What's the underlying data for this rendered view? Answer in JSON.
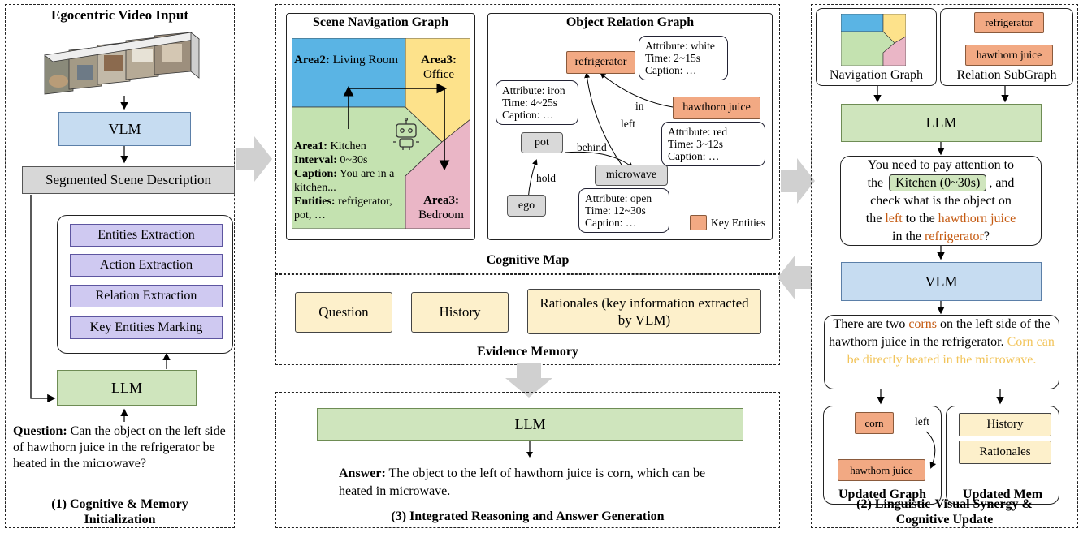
{
  "panel1": {
    "title": "Egocentric Video Input",
    "vlm": "VLM",
    "seg": "Segmented Scene Description",
    "items": [
      "Entities Extraction",
      "Action Extraction",
      "Relation Extraction",
      "Key Entities Marking"
    ],
    "llm": "LLM",
    "question_label": "Question:",
    "question_text": " Can the object on the left side of hawthorn juice in the refrigerator be heated in the microwave?",
    "caption_line1": "(1)  Cognitive & Memory",
    "caption_line2": "Initialization"
  },
  "cogmap": {
    "nav_title": "Scene Navigation Graph",
    "area2_label": "Area2:",
    "area2_text": " Living Room",
    "area3a_label": "Area3:",
    "area3a_text": "Office",
    "area3b_label": "Area3:",
    "area3b_text": "Bedroom",
    "area1_label": "Area1:",
    "area1_text": " Kitchen",
    "interval_label": "Interval:",
    "interval_text": " 0~30s",
    "caption_label": "Caption:",
    "caption_text": " You are in a kitchen...",
    "entities_label": "Entities:",
    "entities_text": " refrigerator, pot, …",
    "rel_title": "Object Relation Graph",
    "nodes": {
      "refrigerator": "refrigerator",
      "hawthorn": "hawthorn juice",
      "pot": "pot",
      "microwave": "microwave",
      "ego": "ego"
    },
    "edges": {
      "in": "in",
      "left": "left",
      "behind": "behind",
      "hold": "hold"
    },
    "callouts": {
      "white": [
        "Attribute:  white",
        "Time:  2~15s",
        "Caption:  …"
      ],
      "iron": [
        "Attribute:  iron",
        "Time:  4~25s",
        "Caption:  …"
      ],
      "red": [
        "Attribute:  red",
        "Time:  3~12s",
        "Caption:  …"
      ],
      "open": [
        "Attribute:  open",
        "Time:  12~30s",
        "Caption:  …"
      ]
    },
    "key_entities": "Key Entities",
    "caption": "Cognitive Map"
  },
  "evidence": {
    "question": "Question",
    "history": "History",
    "rationales": "Rationales (key information extracted by VLM)",
    "caption": "Evidence Memory"
  },
  "panel3": {
    "llm": "LLM",
    "answer_label": "Answer:",
    "answer_text": " The object to the left of hawthorn juice is corn, which can be heated in microwave.",
    "caption": "(3) Integrated Reasoning and Answer Generation"
  },
  "panel2": {
    "nav_graph": "Navigation Graph",
    "rel_subgraph": "Relation  SubGraph",
    "refrigerator": "refrigerator",
    "hawthorn": "hawthorn juice",
    "llm": "LLM",
    "prompt_1": "You need to pay attention to",
    "prompt_the": "the ",
    "prompt_kitchen": "Kitchen (0~30s)",
    "prompt_and": ", and",
    "prompt_2": "check what is the object on",
    "prompt_3a": "the ",
    "prompt_left": "left",
    "prompt_3b": " to the ",
    "prompt_hawthorn": "hawthorn juice",
    "prompt_4a": "in the ",
    "prompt_refrigerator": "refrigerator",
    "prompt_4b": "?",
    "vlm": "VLM",
    "resp_a": "There are two ",
    "resp_corns": "corns",
    "resp_b": " on the left side of the hawthorn juice in the refrigerator. ",
    "resp_c": "Corn can be directly heated in the microwave.",
    "corn": "corn",
    "left": "left",
    "hawthorn2": "hawthorn juice",
    "updated_graph": "Updated Graph",
    "history": "History",
    "rationales": "Rationales",
    "updated_mem": "Updated Mem",
    "caption_line1": "(2) Linguistic-Visual Synergy &",
    "caption_line2": "Cognitive Update"
  },
  "colors": {
    "vlm_blue": "#c6dcf1",
    "llm_green": "#cfe5bd",
    "purple": "#cfc9f1",
    "cream": "#fdf0cb",
    "orange": "#f2a983",
    "area_blue": "#5ab4e4",
    "area_yellow": "#fde28b",
    "area_green": "#c4e2b0",
    "area_pink": "#eab6c6"
  }
}
